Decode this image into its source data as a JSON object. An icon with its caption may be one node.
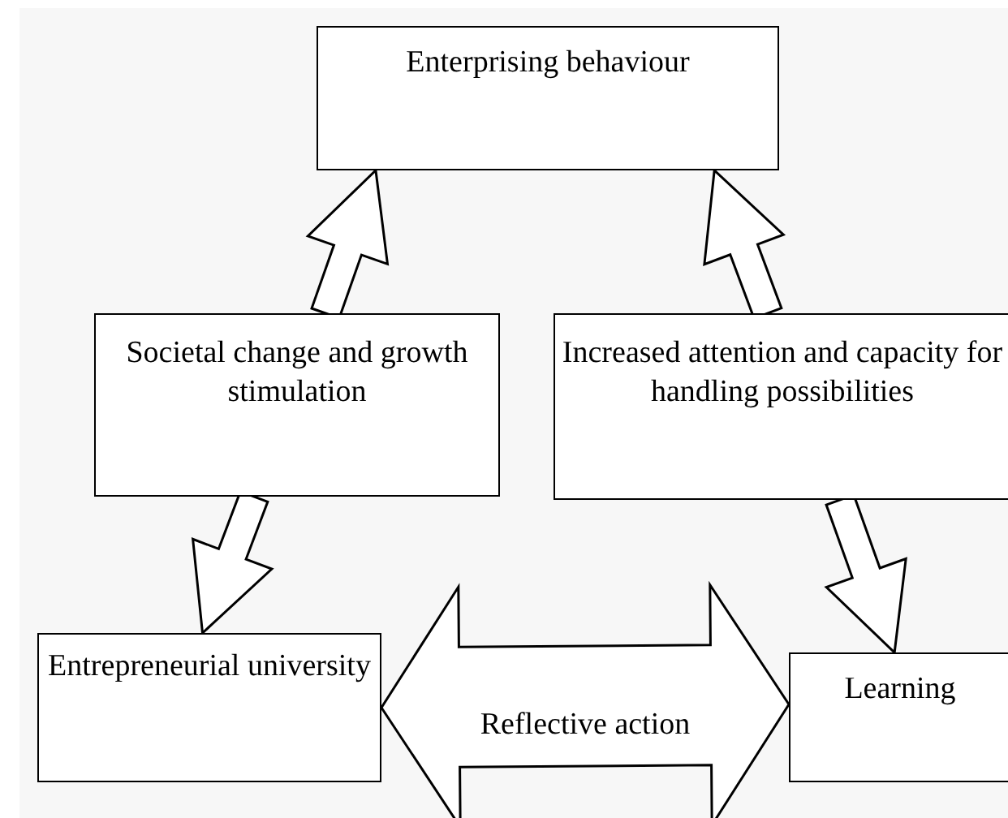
{
  "diagram": {
    "nodes": [
      {
        "text": [
          "Enterprising behaviour"
        ]
      },
      {
        "text": [
          "Societal change and growth stimulation"
        ]
      },
      {
        "text": [
          "Increased attention and capacity for handling possibilities"
        ]
      },
      {
        "text": [
          "Entrepreneurial university"
        ]
      },
      {
        "text": [
          "Learning"
        ]
      }
    ],
    "edges": [
      {
        "from": 1,
        "to": 0,
        "arrow": "to"
      },
      {
        "from": 2,
        "to": 0,
        "arrow": "to"
      },
      {
        "from": 1,
        "to": 3,
        "arrow": "to"
      },
      {
        "from": 2,
        "to": 4,
        "arrow": "to"
      },
      {
        "from": 3,
        "to": 4,
        "arrow": "both",
        "label": "Reflective action"
      }
    ]
  }
}
